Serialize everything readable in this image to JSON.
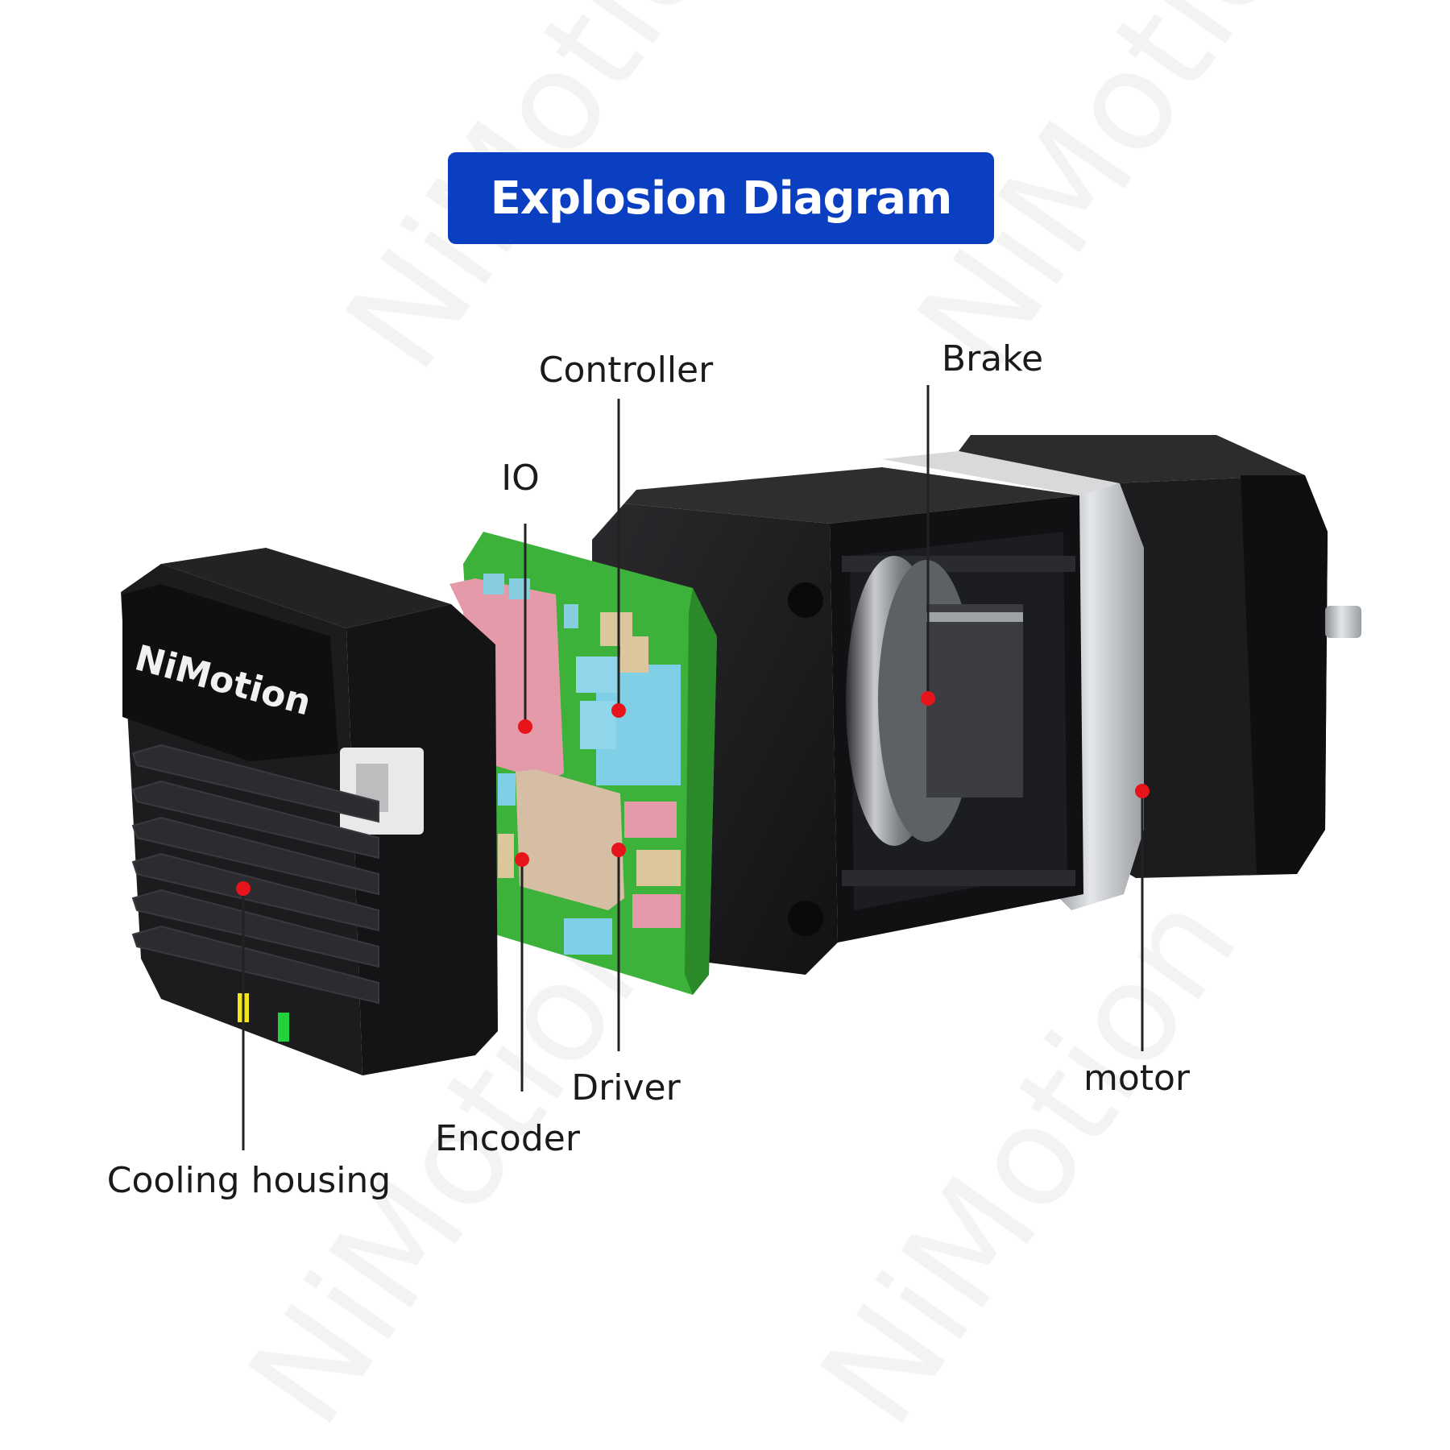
{
  "title": "Explosion Diagram",
  "brand_mark": "NiMotion",
  "watermark": "NiMotion",
  "colors": {
    "title_bg": "#0a3fc2",
    "title_text": "#ffffff",
    "callout_dot": "#e8141b",
    "callout_line": "#222222",
    "pcb_green": "#3db23a",
    "housing_black": "#1b1b1d",
    "motor_silver": "#b8babd"
  },
  "labels": {
    "controller": "Controller",
    "brake": "Brake",
    "io": "IO",
    "driver": "Driver",
    "encoder": "Encoder",
    "motor": "motor",
    "cooling_housing": "Cooling housing"
  }
}
